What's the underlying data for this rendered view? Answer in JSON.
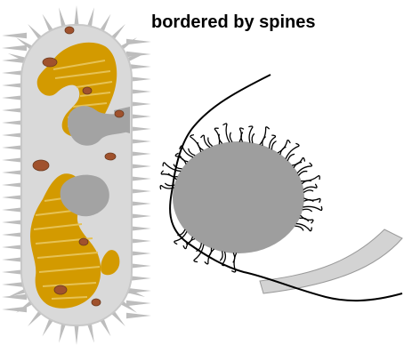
{
  "caption": "bordered by spines",
  "colors": {
    "cell_body": "#d9d9d9",
    "spines": "#b3b3b3",
    "plastid": "#d39a00",
    "granule": "#a0522d",
    "vacuole": "#9e9e9e",
    "outline": "#000000",
    "tail": "#d3d3d3"
  },
  "figures": [
    {
      "name": "spiny-cell-illustration"
    },
    {
      "name": "cup-with-spiny-nucleus-illustration"
    }
  ]
}
